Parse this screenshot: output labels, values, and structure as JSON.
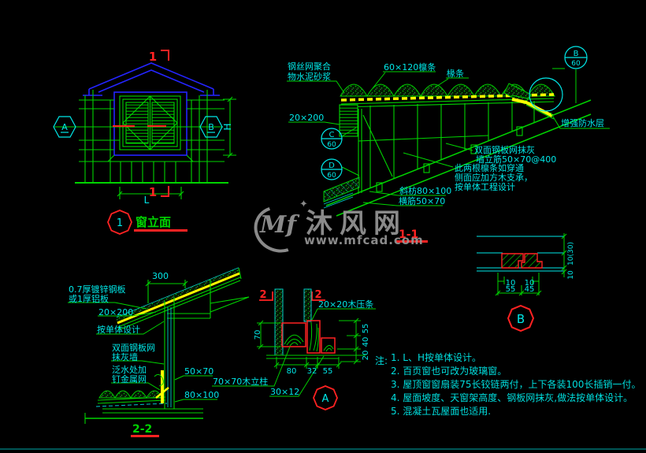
{
  "watermark": {
    "logo": "Mf",
    "sparkle": "✦",
    "brand": "沐风网",
    "url": "www.mfcad.com"
  },
  "elevation": {
    "section_top": "1",
    "section_bottom": "1",
    "axis_left": "A",
    "axis_right": "B",
    "dim_h": "H",
    "dim_l": "L",
    "title_num": "1",
    "title": "窗立面"
  },
  "s11": {
    "mesh1": "钢丝网聚合",
    "mesh2": "物水泥砂浆",
    "purlin": "60×120檩条",
    "rafter": "椽条",
    "plate": "20×200",
    "waterproof": "增强防水层",
    "wall1": "双面钢板网抹灰",
    "wall2": "墙立筋50×70@400",
    "tip1": "此两根檩条如穿通",
    "tip2": "侧面应加方木支承，",
    "tip3": "按单体工程设计",
    "diag": "斜枋80×100",
    "rail": "横筋50×70",
    "title": "1-1",
    "mk_b_t": "B",
    "mk_b_b": "60",
    "mk_c_t": "C",
    "mk_c_b": "60",
    "mk_d_t": "D",
    "mk_d_b": "60"
  },
  "s22": {
    "dim300": "300",
    "plate1": "0.7厚镀锌钢板",
    "plate2": "或1厚铝板",
    "batten": "20×200",
    "unit": "按单体设计",
    "wall1": "双面钢板网",
    "wall2": "抹灰墙",
    "flash1": "泛水处加",
    "flash2": "钉金属网",
    "stud": "50×70",
    "beam": "80×100",
    "title": "2-2"
  },
  "dA": {
    "sec": "2",
    "cap": "20×20木压条",
    "post": "70×70木立柱",
    "strip": "30×12",
    "d70": "70",
    "d80": "80",
    "d32": "32",
    "d55b": "55",
    "r55": "55",
    "r40": "40",
    "r20": "20",
    "marker": "A"
  },
  "dB": {
    "t10a": "10",
    "t10b": "10",
    "d55": "55",
    "d45": "45",
    "r1": "10(30)",
    "r2": "10",
    "marker": "B"
  },
  "notes": {
    "prefix": "注:",
    "items": [
      "1. L、H按单体设计。",
      "2. 百页窗也可改为玻璃窗。",
      "3. 屋顶窗窗扇装75长铰链两付，上下各装100长插销一付。",
      "4. 屋面坡度、天窗架高度、钢板网抹灰,做法按单体设计。",
      "5. 混凝土瓦屋面也适用."
    ]
  },
  "colors": {
    "green": "#00d400",
    "cyan": "#00e8e8",
    "red": "#ff2222",
    "blue": "#2424ff",
    "yellow": "#ffff00",
    "gray": "#969696"
  }
}
